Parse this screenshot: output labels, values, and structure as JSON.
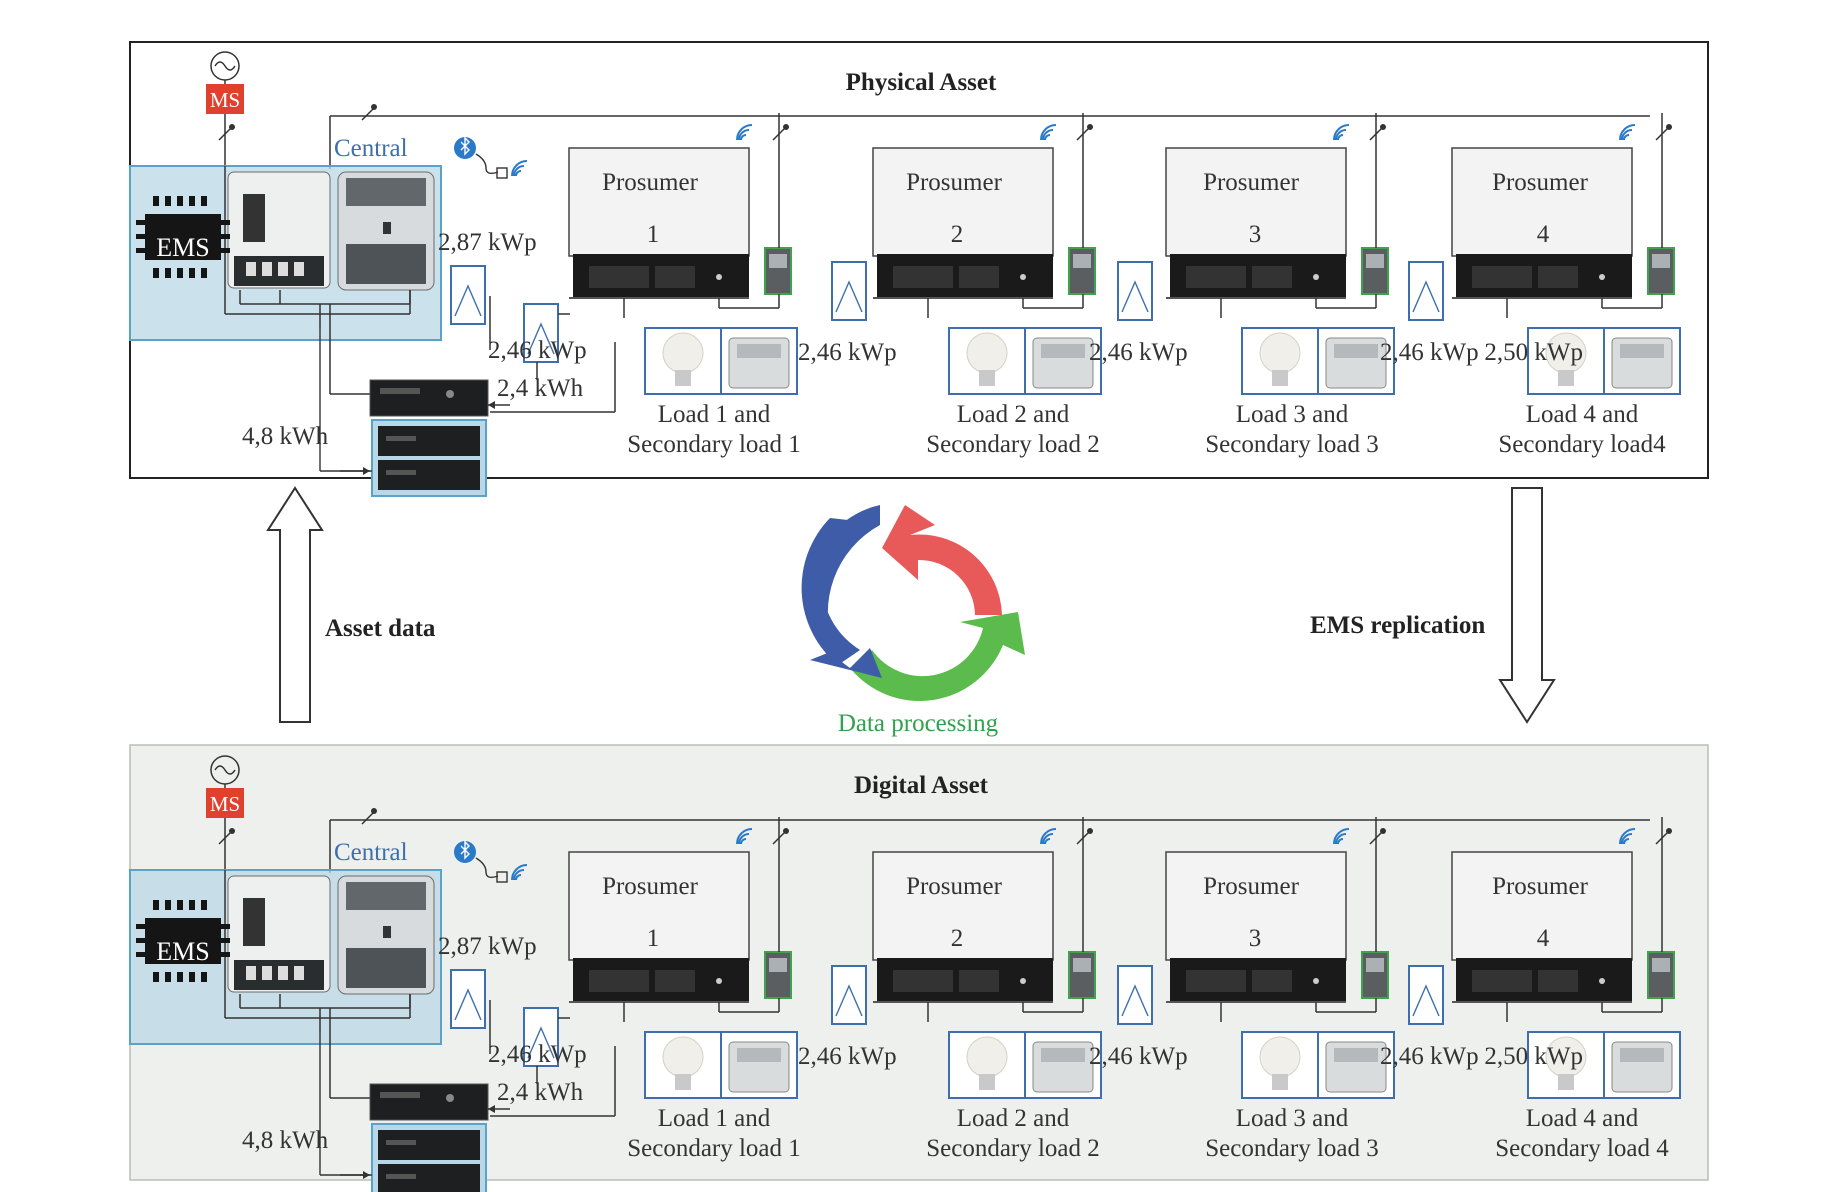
{
  "physical": {
    "title": "Physical Asset",
    "ms": "MS",
    "ems": "EMS",
    "central": "Central",
    "central_pv": "2,87 kWp",
    "central_battery_pv": "2,46 kWp",
    "battery_small": "2,4 kWh",
    "battery_large": "4,8 kWh",
    "prosumers": [
      {
        "label": "Prosumer",
        "number": "1",
        "pv": "2,46 kWp",
        "load_line1": "Load 1 and",
        "load_line2": "Secondary load 1"
      },
      {
        "label": "Prosumer",
        "number": "2",
        "pv": "2,46 kWp",
        "load_line1": "Load 2 and",
        "load_line2": "Secondary load 2"
      },
      {
        "label": "Prosumer",
        "number": "3",
        "pv": "2,46 kWp",
        "load_line1": "Load 3 and",
        "load_line2": "Secondary load 3"
      },
      {
        "label": "Prosumer",
        "number": "4",
        "pv": "2,50 kWp",
        "load_line1": "Load 4 and",
        "load_line2": "Secondary load4"
      }
    ]
  },
  "digital": {
    "title": "Digital Asset",
    "ms": "MS",
    "ems": "EMS",
    "central": "Central",
    "central_pv": "2,87 kWp",
    "central_battery_pv": "2,46 kWp",
    "battery_small": "2,4 kWh",
    "battery_large": "4,8 kWh",
    "prosumers": [
      {
        "label": "Prosumer",
        "number": "1",
        "pv": "2,46 kWp",
        "load_line1": "Load 1 and",
        "load_line2": "Secondary load 1"
      },
      {
        "label": "Prosumer",
        "number": "2",
        "pv": "2,46 kWp",
        "load_line1": "Load 2 and",
        "load_line2": "Secondary load 2"
      },
      {
        "label": "Prosumer",
        "number": "3",
        "pv": "2,46 kWp",
        "load_line1": "Load 3 and",
        "load_line2": "Secondary load 3"
      },
      {
        "label": "Prosumer",
        "number": "4",
        "pv": "2,50 kWp",
        "load_line1": "Load 4 and",
        "load_line2": "Secondary load 4"
      }
    ]
  },
  "arrows": {
    "asset_data": "Asset data",
    "ems_replication": "EMS replication"
  },
  "cycle": {
    "label": "Data processing"
  },
  "colors": {
    "panel_blue": "#3d6fb0",
    "ems_box": "#b9d7e6",
    "ms_red": "#e0412f",
    "cycle_red": "#e85a5a",
    "cycle_blue": "#3e5ca8",
    "cycle_green": "#5bbb4c",
    "digital_bg": "#eef0ee"
  }
}
